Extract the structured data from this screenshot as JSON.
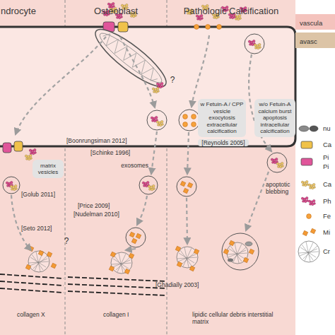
{
  "diagram": {
    "nodes": [
      {
        "text": [
          "ndrocyte"
        ]
      },
      {
        "text": [
          "matrix vesicles"
        ],
        "in": 0
      },
      {
        "text": [
          "Osteoblast"
        ]
      },
      {
        "text": [
          "Pathologic Calcification"
        ]
      },
      {
        "text": [
          "w Fetuin-A / CPP vesicle exocytosis extracellular calcification"
        ],
        "in": 3
      },
      {
        "text": [
          "w/o Fetuin-A calcium burst apoptosis intracellular calcification"
        ],
        "in": 3
      }
    ],
    "labels": [
      "?",
      "[Boonrungsiman 2012]",
      "[Reynolds 2005]",
      "[Schinke 1996]",
      "exosomes",
      "apoptotic blebbing",
      "[Golub 2011]",
      "[Price 2009]",
      "[Nudelman 2010]",
      "[Seto 2012]",
      "?",
      "[Ghadially 2003]",
      "collagen X",
      "collagen I",
      "lipidic cellular debris interstitial matrix"
    ],
    "legend": [
      {
        "text": "vascula",
        "color": "#f4c3bd"
      },
      {
        "text": "avasc",
        "color": "#dcc4a6"
      },
      {
        "text": "nu"
      },
      {
        "text": "Ca"
      },
      {
        "text": "Pi"
      },
      {
        "text": "Pi"
      },
      {
        "text": "Ca"
      },
      {
        "text": "Ph"
      },
      {
        "text": "Fe"
      },
      {
        "text": "Mi"
      },
      {
        "text": "Cr"
      }
    ]
  }
}
